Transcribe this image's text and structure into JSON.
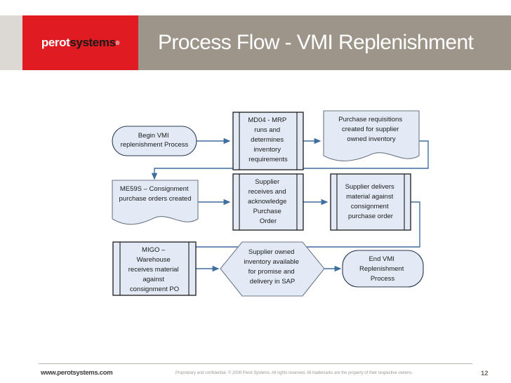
{
  "header": {
    "logo": {
      "part1": "perot",
      "part2": "systems",
      "registered": "®"
    },
    "title": "Process Flow - VMI Replenishment",
    "colors": {
      "red": "#e01b22",
      "taupe": "#9d958a",
      "left_strip": "#dcd9d4"
    }
  },
  "diagram": {
    "fill": "#e3eaf5",
    "stroke": "#2b3a4f",
    "connector": "#3f6f9f",
    "nodes": [
      {
        "id": "begin",
        "shape": "terminator",
        "lines": [
          "Begin VMI",
          "replenishment Process"
        ]
      },
      {
        "id": "md04",
        "shape": "predefined-process",
        "lines": [
          "MD04 - MRP",
          "runs and",
          "determines",
          "inventory",
          "requirements"
        ]
      },
      {
        "id": "purchase-req",
        "shape": "document",
        "lines": [
          "Purchase requisitions",
          "created for supplier",
          "owned inventory"
        ]
      },
      {
        "id": "me59s",
        "shape": "document",
        "lines": [
          "ME59S – Consignment",
          "purchase orders created"
        ]
      },
      {
        "id": "supplier-ack",
        "shape": "predefined-process",
        "lines": [
          "Supplier",
          "receives and",
          "acknowledge",
          "Purchase",
          "Order"
        ]
      },
      {
        "id": "supplier-del",
        "shape": "predefined-process",
        "lines": [
          "Supplier delivers",
          "material against",
          "consignment",
          "purchase order"
        ]
      },
      {
        "id": "migo",
        "shape": "predefined-process",
        "lines": [
          "MIGO –",
          "Warehouse",
          "receives material",
          "against",
          "consignment PO"
        ]
      },
      {
        "id": "inventory-sap",
        "shape": "hexagon",
        "lines": [
          "Supplier owned",
          "inventory available",
          "for promise and",
          "delivery in SAP"
        ]
      },
      {
        "id": "end",
        "shape": "terminator",
        "lines": [
          "End VMI",
          "Replenishment",
          "Process"
        ]
      }
    ]
  },
  "footer": {
    "url": "www.perotsystems.com",
    "legal": "Proprietary and confidential. © 2008 Perot Systems. All rights reserved. All trademarks are the property of their respective owners.",
    "page_number": "12"
  }
}
